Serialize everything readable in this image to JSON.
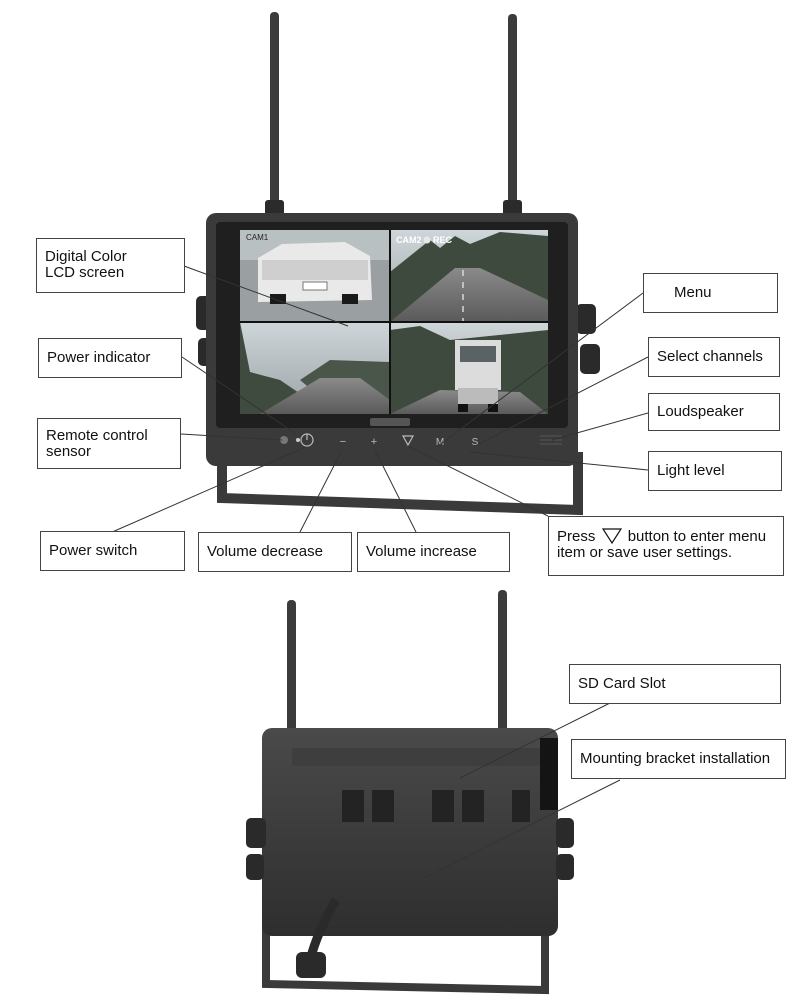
{
  "screen_overlay": {
    "cam_label": "CAM2",
    "rec_label": "REC"
  },
  "monitor_buttons": {
    "minus": "−",
    "plus": "+",
    "menu": "M",
    "select": "S"
  },
  "labels": {
    "lcd_screen": "Digital Color\nLCD screen",
    "power_indicator": "Power indicator",
    "remote_sensor": "Remote control\nsensor",
    "power_switch": "Power switch",
    "volume_decrease": "Volume decrease",
    "volume_increase": "Volume increase",
    "menu": "Menu",
    "select_channels": "Select channels",
    "loudspeaker": "Loudspeaker",
    "light_level": "Light level",
    "press_before": "Press",
    "press_after": "button to enter menu",
    "press_line2": "item or save user settings.",
    "sd_card_slot": "SD Card Slot",
    "mounting_bracket": "Mounting bracket installation"
  },
  "colors": {
    "monitor_body": "#3a3a3a",
    "bezel": "#2a2a2a",
    "line": "#333333"
  }
}
